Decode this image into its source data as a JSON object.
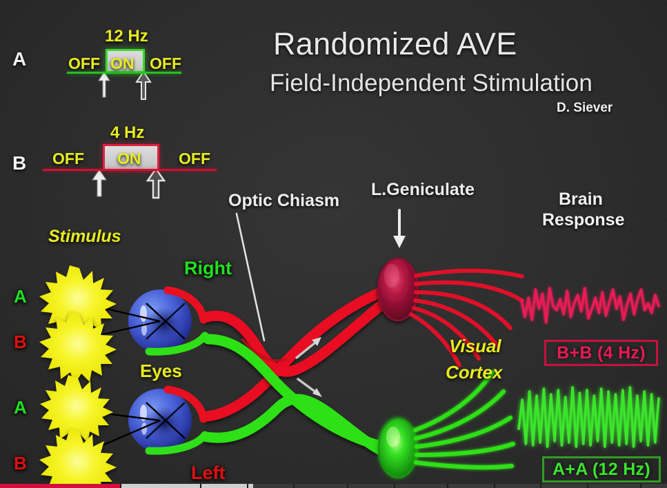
{
  "title": {
    "main": "Randomized AVE",
    "sub": "Field-Independent Stimulation",
    "author": "D. Siever"
  },
  "pulse_panels": [
    {
      "row_letter": "A",
      "frequency": "12 Hz",
      "off_left": "OFF",
      "on": "ON",
      "off_right": "OFF",
      "color": "#3ad82e",
      "baseline_color": "#27c020"
    },
    {
      "row_letter": "B",
      "frequency": "4 Hz",
      "off_left": "OFF",
      "on": "ON",
      "off_right": "OFF",
      "color": "#e02040",
      "baseline_color": "#d01030"
    }
  ],
  "annotations": {
    "optic_chiasm": "Optic Chiasm",
    "l_geniculate": "L.Geniculate",
    "brain_response_line1": "Brain",
    "brain_response_line2": "Response",
    "stimulus": "Stimulus",
    "eyes": "Eyes",
    "right": "Right",
    "left": "Left",
    "visual_cortex_line1": "Visual",
    "visual_cortex_line2": "Cortex"
  },
  "stimulus_rows": [
    {
      "letter": "A",
      "color": "#20e020"
    },
    {
      "letter": "B",
      "color": "#e01010"
    },
    {
      "letter": "A",
      "color": "#20e020"
    },
    {
      "letter": "B",
      "color": "#e01010"
    }
  ],
  "results": [
    {
      "label": "B+B (4 Hz)",
      "color": "#e81a55",
      "pathway": "red"
    },
    {
      "label": "A+A (12 Hz)",
      "color": "#3ae52c",
      "pathway": "green"
    }
  ],
  "colors": {
    "background": "#2e2e2e",
    "yellow": "#e8ec20",
    "green": "#20e020",
    "red": "#e01010",
    "crimson": "#d2103c",
    "white": "#f2f2f2"
  },
  "chart_data": {
    "type": "line",
    "title": "Brain Response",
    "charts": [
      {
        "name": "B+B (4 Hz)",
        "color": "#e81a55",
        "description": "Irregular low-frequency desynchronized EEG waveform",
        "frequency_hz": 4,
        "values": [
          42,
          18,
          46,
          14,
          58,
          30,
          52,
          10,
          60,
          34,
          28,
          44,
          22,
          56,
          18,
          38,
          50,
          26,
          60,
          16,
          30,
          46,
          24,
          54,
          20,
          40,
          58,
          30,
          48,
          14,
          36,
          52,
          22,
          44,
          58,
          28,
          38,
          24,
          50,
          34
        ]
      },
      {
        "name": "A+A (12 Hz)",
        "color": "#3ae52c",
        "description": "Regular high-frequency entrained sinusoidal EEG waveform",
        "frequency_hz": 12,
        "values": [
          30,
          72,
          8,
          84,
          6,
          78,
          10,
          88,
          4,
          80,
          12,
          86,
          6,
          76,
          10,
          90,
          4,
          82,
          8,
          86,
          6,
          78,
          12,
          88,
          4,
          84,
          10,
          80,
          6,
          86,
          8,
          90,
          4,
          78,
          12,
          84,
          6,
          80,
          10,
          74
        ]
      }
    ]
  },
  "player": {
    "played_percent": 18,
    "buffered_percent": 38,
    "chapter_marks": [
      18,
      30,
      37,
      44,
      52,
      59,
      67,
      74,
      81,
      88,
      96
    ]
  }
}
